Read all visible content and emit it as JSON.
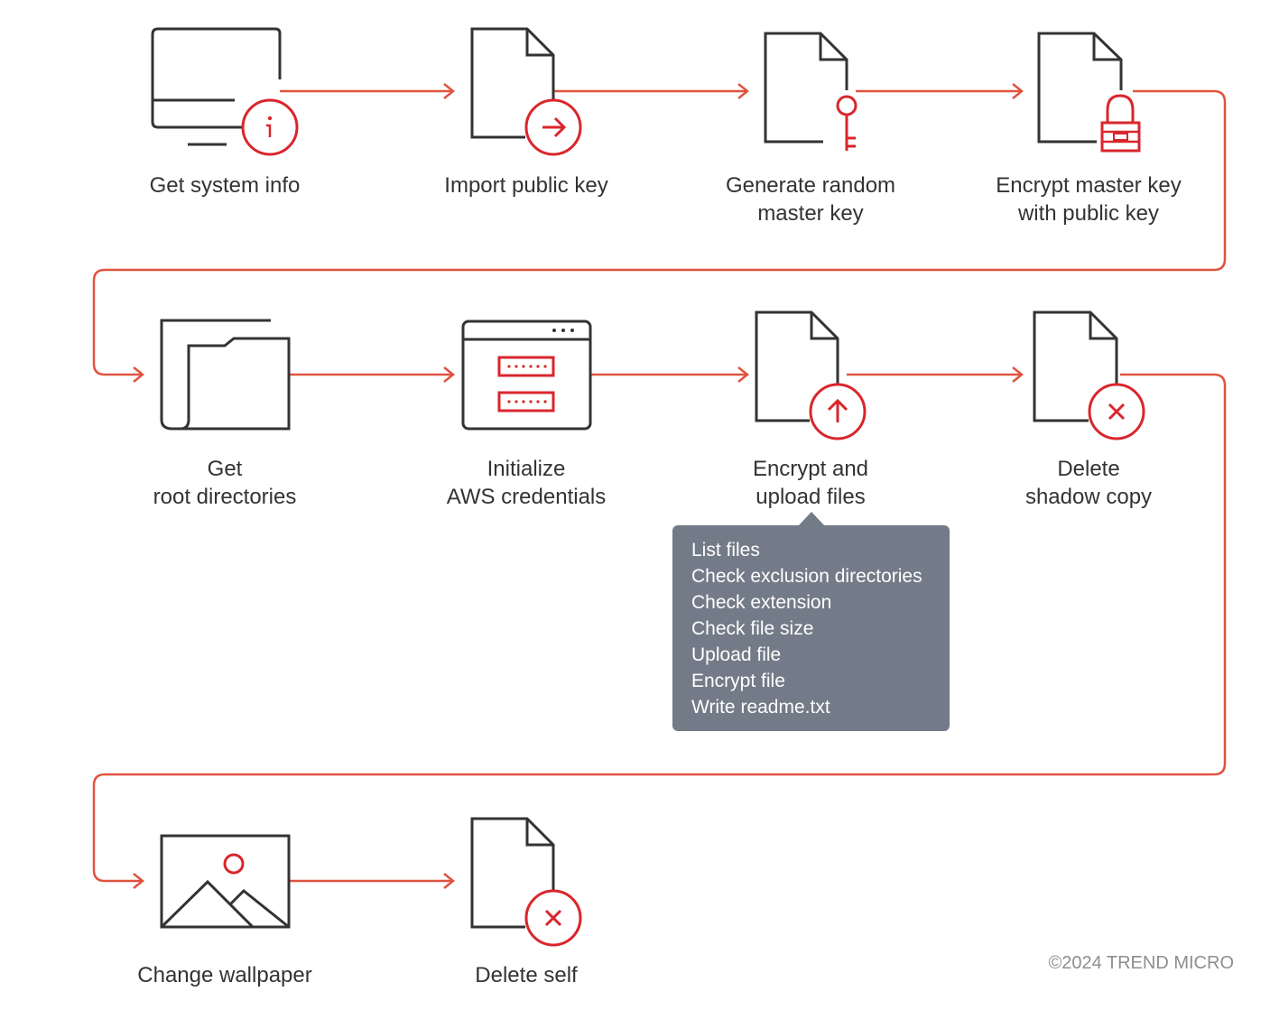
{
  "steps": [
    {
      "id": "get-system-info",
      "lines": [
        "Get system info"
      ],
      "icon": "computer-info-icon"
    },
    {
      "id": "import-public-key",
      "lines": [
        "Import public key"
      ],
      "icon": "document-arrow-icon"
    },
    {
      "id": "generate-master-key",
      "lines": [
        "Generate random",
        "master key"
      ],
      "icon": "document-key-icon"
    },
    {
      "id": "encrypt-master-key",
      "lines": [
        "Encrypt master key",
        "with public key"
      ],
      "icon": "document-lock-icon"
    },
    {
      "id": "get-root-directories",
      "lines": [
        "Get",
        "root directories"
      ],
      "icon": "folder-icon"
    },
    {
      "id": "initialize-aws",
      "lines": [
        "Initialize",
        "AWS credentials"
      ],
      "icon": "credentials-window-icon"
    },
    {
      "id": "encrypt-upload",
      "lines": [
        "Encrypt and",
        "upload files"
      ],
      "icon": "document-upload-icon"
    },
    {
      "id": "delete-shadow-copy",
      "lines": [
        "Delete",
        "shadow copy"
      ],
      "icon": "document-delete-icon"
    },
    {
      "id": "change-wallpaper",
      "lines": [
        "Change wallpaper"
      ],
      "icon": "image-icon"
    },
    {
      "id": "delete-self",
      "lines": [
        "Delete self"
      ],
      "icon": "document-delete-icon"
    }
  ],
  "callout": {
    "items": [
      "List files",
      "Check exclusion directories",
      "Check extension",
      "Check file size",
      "Upload file",
      "Encrypt file",
      "Write readme.txt"
    ]
  },
  "copyright": "©2024 TREND MICRO",
  "colors": {
    "accent": "#d9262c",
    "flow": "#e0533f",
    "icon": "#333333",
    "callout": "#737b88"
  }
}
